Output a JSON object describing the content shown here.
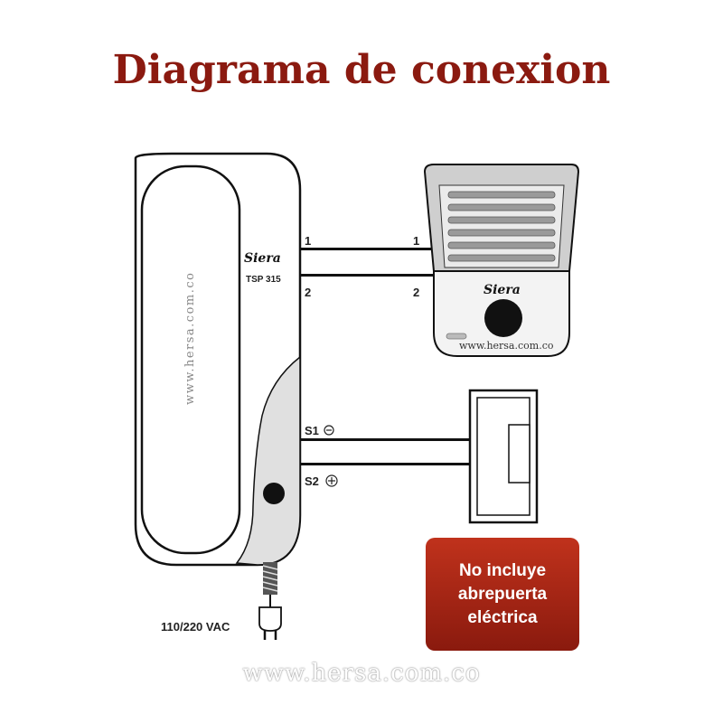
{
  "title": "Diagrama de conexion",
  "handset": {
    "brand": "Siera",
    "model": "TSP 315",
    "watermark": "www.hersa.com.co",
    "terminal_1": "1",
    "terminal_2": "2",
    "terminal_s1": "S1",
    "terminal_s2": "S2"
  },
  "door_panel": {
    "brand": "Siera",
    "watermark": "www.hersa.com.co",
    "terminal_1": "1",
    "terminal_2": "2"
  },
  "power_label": "110/220 VAC",
  "notice": {
    "line1": "No incluye",
    "line2": "abrepuerta",
    "line3": "eléctrica",
    "color": "#a8281a"
  },
  "footer_watermark": "www.hersa.com.co",
  "colors": {
    "title": "#8b1a10",
    "wire": "#111111"
  },
  "icons": [
    "minus-circle-icon",
    "plus-circle-icon",
    "power-plug-icon"
  ]
}
